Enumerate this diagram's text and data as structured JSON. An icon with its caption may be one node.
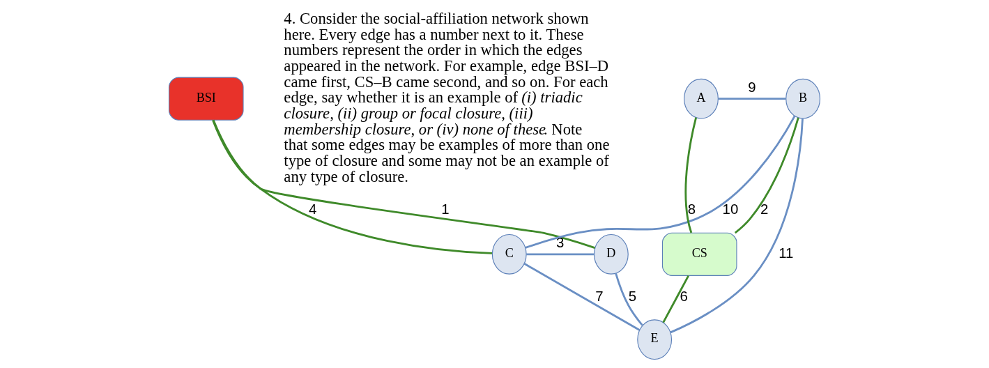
{
  "diagram": {
    "nodes": [
      {
        "text": [
          "BSI"
        ]
      },
      {
        "text": [
          "C"
        ]
      },
      {
        "text": [
          "D"
        ]
      },
      {
        "text": [
          "B"
        ]
      },
      {
        "text": [
          "A"
        ]
      },
      {
        "text": [
          "E"
        ]
      },
      {
        "text": [
          "CS"
        ]
      }
    ],
    "edges": [
      {
        "from": 0,
        "to": 1,
        "arrow": "none",
        "label": "4",
        "color": "#3f8a2a"
      },
      {
        "from": 0,
        "to": 2,
        "arrow": "none",
        "label": "1",
        "color": "#3f8a2a"
      },
      {
        "from": 3,
        "to": 1,
        "arrow": "none",
        "label": "10"
      },
      {
        "from": 1,
        "to": 2,
        "arrow": "none",
        "label": "3"
      },
      {
        "from": 1,
        "to": 5,
        "arrow": "none",
        "label": "7"
      },
      {
        "from": 2,
        "to": 5,
        "arrow": "none",
        "label": "5"
      },
      {
        "from": 4,
        "to": 3,
        "arrow": "none",
        "label": "9"
      },
      {
        "from": 3,
        "to": 5,
        "arrow": "none",
        "label": "11"
      },
      {
        "from": 3,
        "to": 6,
        "arrow": "none",
        "label": "2",
        "color": "#3f8a2a"
      },
      {
        "from": 4,
        "to": 6,
        "arrow": "none",
        "label": "8",
        "color": "#3f8a2a"
      },
      {
        "from": 6,
        "to": 5,
        "arrow": "none",
        "label": "6",
        "color": "#3f8a2a"
      }
    ],
    "labels": [
      "4. Consider the social-affiliation network shown here. Every edge has a number next to it. These numbers represent the order in which the edges appeared in the network. For example, edge BSI–D came first, CS–B came second, and so on. For each edge, say whether it is an example of *(i) triadic closure, (ii) group or focal closure, (iii) membership closure, or (iv) none of these*. Note that some edges may be examples of more than one type of closure and some may not be an example of any type of closure."
    ]
  }
}
